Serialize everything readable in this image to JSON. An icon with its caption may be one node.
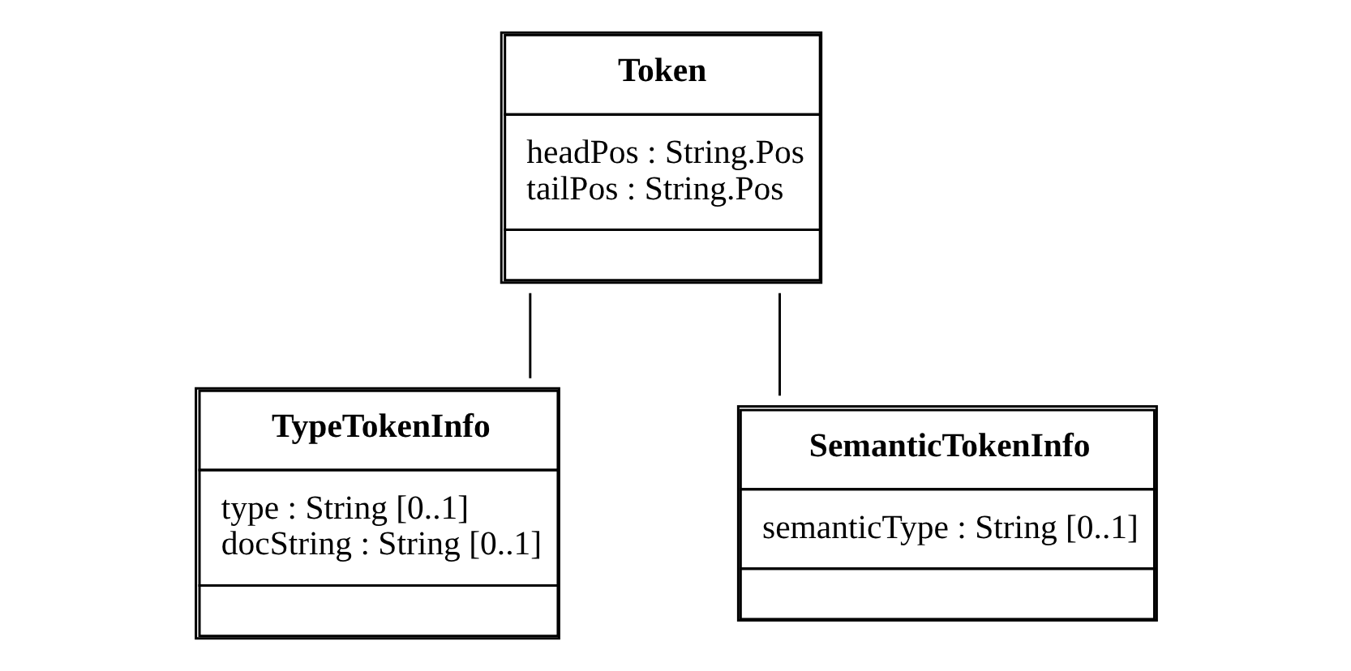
{
  "diagram": {
    "nodes": [
      {
        "text": [
          "Token",
          "headPos : String.Pos",
          "tailPos : String.Pos"
        ]
      },
      {
        "text": [
          "TypeTokenInfo",
          "type : String [0..1]",
          "docString : String [0..1]"
        ]
      },
      {
        "text": [
          "SemanticTokenInfo",
          "semanticType : String [0..1]"
        ]
      }
    ],
    "edges": [
      {
        "from": 0,
        "to": 1,
        "arrow": "none"
      },
      {
        "from": 0,
        "to": 2,
        "arrow": "none"
      }
    ]
  }
}
